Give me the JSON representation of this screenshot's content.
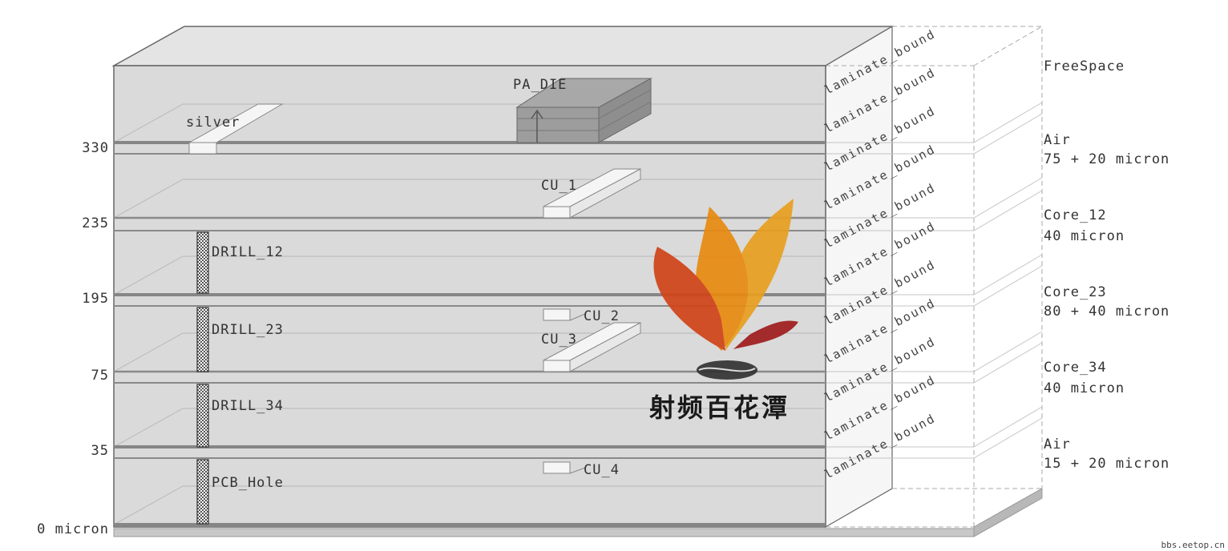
{
  "diagram": {
    "die_label": "PA_DIE",
    "height_labels": [
      "330",
      "235",
      "195",
      "75",
      "35",
      "0 micron"
    ],
    "components": {
      "silver": "silver",
      "cu_1": "CU_1",
      "cu_2": "CU_2",
      "cu_3": "CU_3",
      "cu_4": "CU_4"
    },
    "drills": [
      "DRILL_12",
      "DRILL_23",
      "DRILL_34",
      "PCB_Hole"
    ],
    "boundary_label": "laminate_bound",
    "layer_legend": [
      {
        "name": "FreeSpace",
        "detail": ""
      },
      {
        "name": "Air",
        "detail": "75 + 20 micron"
      },
      {
        "name": "Core_12",
        "detail": "40 micron"
      },
      {
        "name": "Core_23",
        "detail": "80 + 40 micron"
      },
      {
        "name": "Core_34",
        "detail": "40 micron"
      },
      {
        "name": "Air",
        "detail": "15 + 20 micron"
      }
    ]
  },
  "watermark": {
    "text": "射频百花潭",
    "credit": "bbs.eetop.cn",
    "colors": {
      "orange": "#e8960f",
      "red": "#c8401a",
      "dark_red": "#a01d1d",
      "gold": "#f0b030"
    }
  }
}
